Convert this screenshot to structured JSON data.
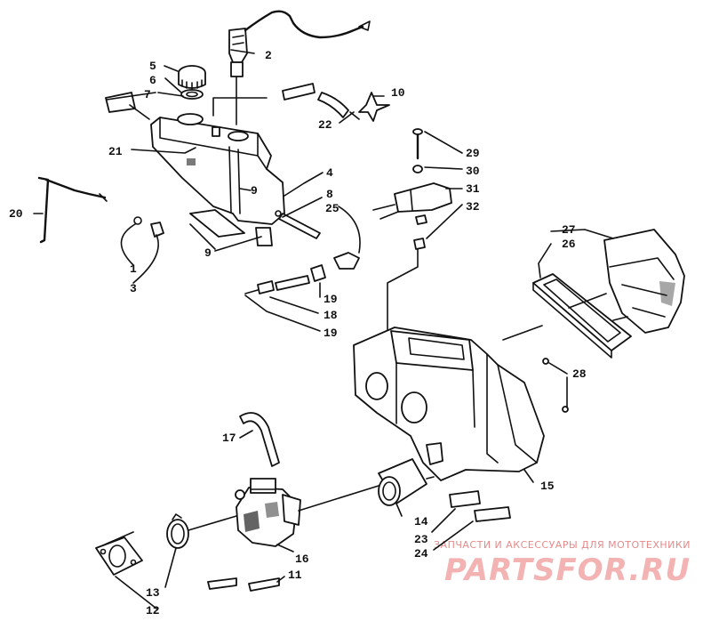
{
  "diagram": {
    "callouts": {
      "c1": "1",
      "c2": "2",
      "c3": "3",
      "c4": "4",
      "c5": "5",
      "c6": "6",
      "c7": "7",
      "c8": "8",
      "c9a": "9",
      "c9b": "9",
      "c10": "10",
      "c11": "11",
      "c12": "12",
      "c13": "13",
      "c14": "14",
      "c15": "15",
      "c16": "16",
      "c17": "17",
      "c18": "18",
      "c19a": "19",
      "c19b": "19",
      "c20": "20",
      "c21": "21",
      "c22": "22",
      "c23": "23",
      "c24": "24",
      "c25": "25",
      "c26": "26",
      "c27": "27",
      "c28": "28",
      "c29": "29",
      "c30": "30",
      "c31": "31",
      "c32": "32"
    }
  },
  "watermark": {
    "tagline": "ЗАПЧАСТИ И АКСЕССУАРЫ ДЛЯ МОТОТЕХНИКИ",
    "logo": "PARTSFOR.RU"
  }
}
